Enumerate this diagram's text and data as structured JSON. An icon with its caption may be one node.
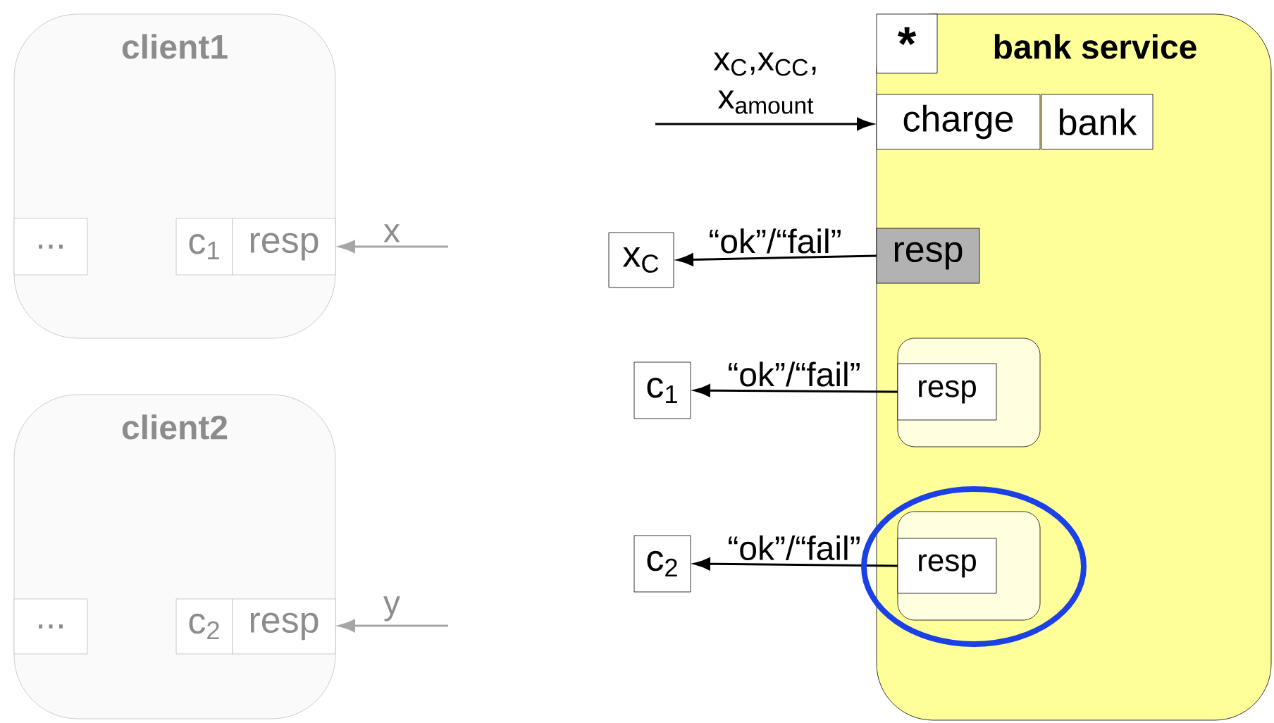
{
  "diagram": {
    "nodes": [
      {
        "text": [
          "client1"
        ]
      },
      {
        "text": [
          "..."
        ],
        "in": 0
      },
      {
        "text": [
          "c$_{1}$"
        ],
        "in": 0
      },
      {
        "text": [
          "resp"
        ],
        "in": 0
      },
      {
        "text": [
          "client2"
        ]
      },
      {
        "text": [
          "..."
        ],
        "in": 4
      },
      {
        "text": [
          "c$_{2}$"
        ],
        "in": 4
      },
      {
        "text": [
          "resp"
        ],
        "in": 4
      },
      {
        "text": [
          "bank service"
        ]
      },
      {
        "text": [
          "*"
        ],
        "in": 8
      },
      {
        "text": [
          "charge"
        ],
        "in": 8
      },
      {
        "text": [
          "bank"
        ],
        "in": 8
      },
      {
        "text": [
          "resp"
        ],
        "in": 8
      },
      {
        "text": [],
        "shape": "box",
        "in": 8
      },
      {
        "text": [
          "resp"
        ],
        "in": 13
      },
      {
        "text": [],
        "shape": "box",
        "in": 8
      },
      {
        "text": [
          "resp"
        ],
        "in": 15
      },
      {
        "text": [
          "x$_{C}$"
        ]
      },
      {
        "text": [
          "c$_{1}$"
        ]
      },
      {
        "text": [
          "c$_{2}$"
        ]
      }
    ],
    "edges": [
      {
        "from": null,
        "to": 3,
        "arrow": "to",
        "label": "x",
        "color": "#a6a6a6"
      },
      {
        "from": null,
        "to": 7,
        "arrow": "to",
        "label": "y",
        "color": "#a6a6a6"
      },
      {
        "from": null,
        "to": 10,
        "arrow": "to",
        "label": "x$_{C}$,x$_{CC}$, x$_{amount}$"
      },
      {
        "from": 12,
        "to": 17,
        "arrow": "to",
        "label": "“ok”/“fail”"
      },
      {
        "from": 14,
        "to": 18,
        "arrow": "to",
        "label": "“ok”/“fail”"
      },
      {
        "from": 16,
        "to": 19,
        "arrow": "to",
        "label": "“ok”/“fail”"
      }
    ]
  }
}
